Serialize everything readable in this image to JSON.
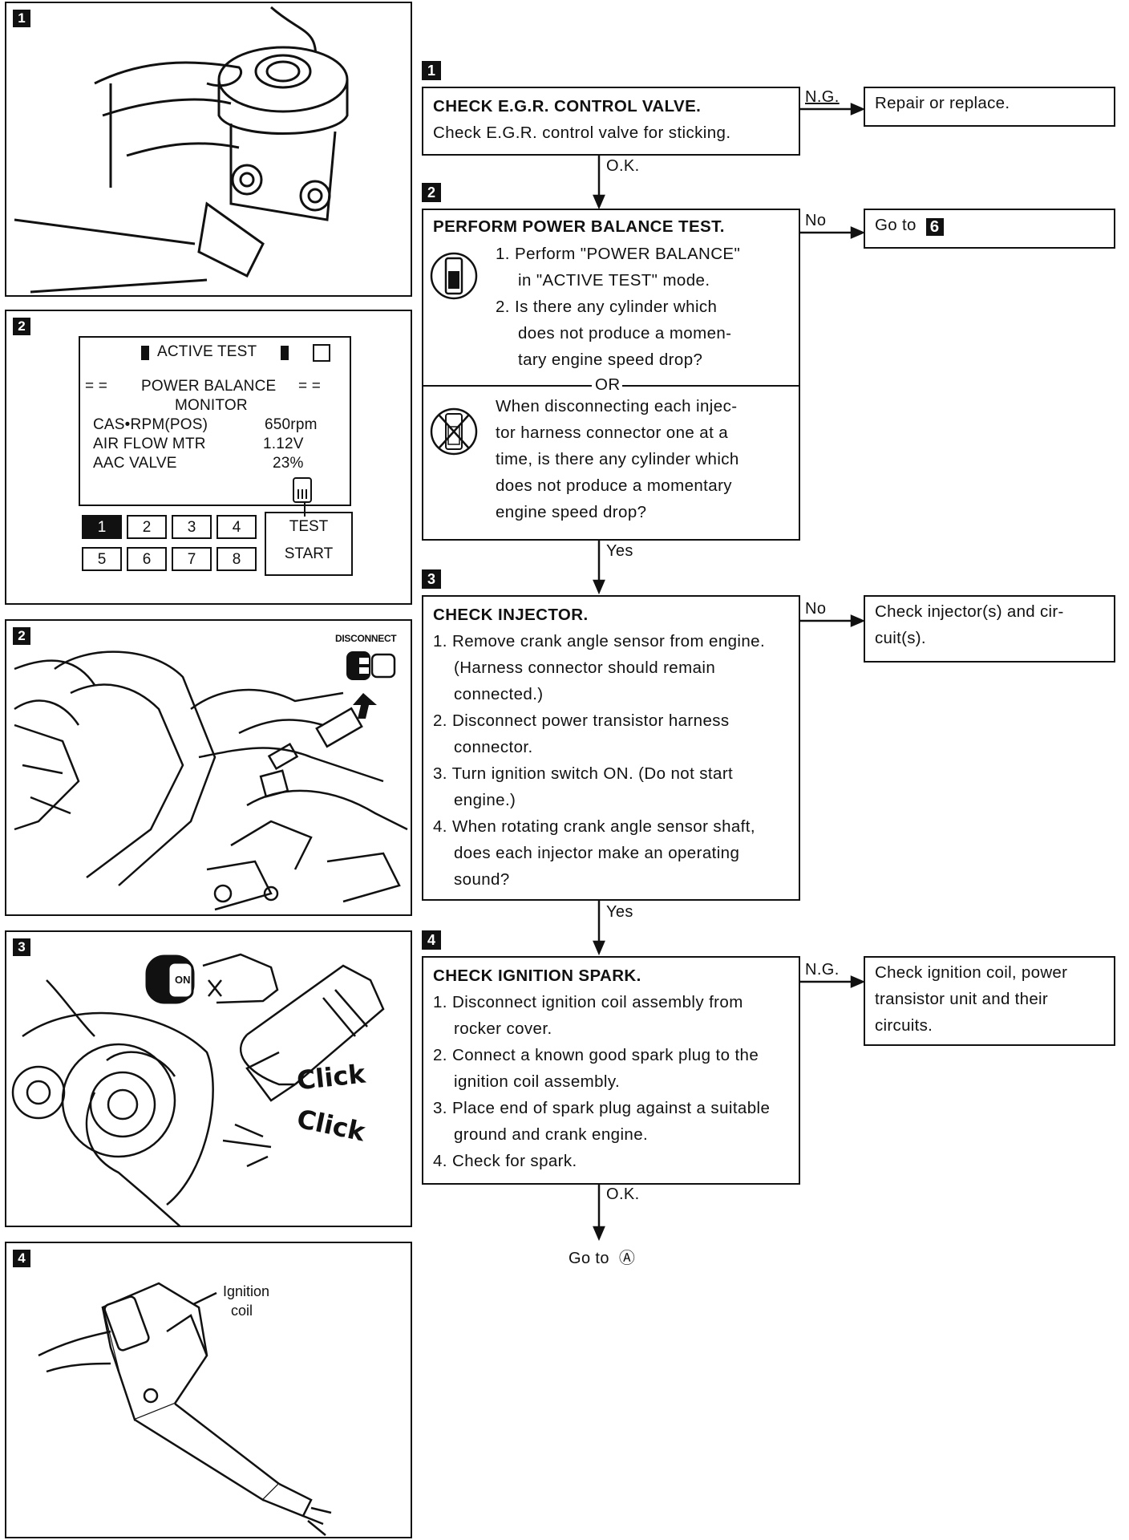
{
  "left_panels": {
    "p1": {
      "badge": "1"
    },
    "p2": {
      "badge": "2",
      "screen": {
        "title": "ACTIVE TEST",
        "header_line1": "POWER BALANCE",
        "header_line2": "MONITOR",
        "rows": [
          {
            "label": "CAS•RPM(POS)",
            "value": "650rpm"
          },
          {
            "label": "AIR FLOW MTR",
            "value": "1.12V"
          },
          {
            "label": "AAC VALVE",
            "value": "23%"
          }
        ],
        "keys": [
          "1",
          "2",
          "3",
          "4",
          "5",
          "6",
          "7",
          "8"
        ],
        "selected_key": "1",
        "test_label": "TEST",
        "start_label": "START"
      }
    },
    "p3": {
      "badge": "2",
      "disconnect_label": "DISCONNECT"
    },
    "p4": {
      "badge": "3",
      "on_label": "ON",
      "click1": "Click",
      "click2": "Click"
    },
    "p5": {
      "badge": "4",
      "coil_label_1": "Ignition",
      "coil_label_2": "coil"
    }
  },
  "flow": {
    "step1": {
      "badge": "1",
      "title": "CHECK E.G.R. CONTROL VALVE.",
      "text": "Check E.G.R. control valve for sticking.",
      "ng_label": "N.G.",
      "ng_result": "Repair or replace.",
      "ok_label": "O.K."
    },
    "step2": {
      "badge": "2",
      "title": "PERFORM POWER BALANCE TEST.",
      "consult": [
        "1. Perform \"POWER BALANCE\"",
        "in \"ACTIVE TEST\" mode.",
        "2. Is there any cylinder which",
        "does not produce a momen-",
        "tary engine speed drop?"
      ],
      "or_label": "OR",
      "no_consult": [
        "When disconnecting each injec-",
        "tor harness connector one at a",
        "time, is there any cylinder which",
        "does not produce a momentary",
        "engine speed drop?"
      ],
      "no_label": "No",
      "no_result": "Go to",
      "no_result_badge": "6",
      "yes_label": "Yes"
    },
    "step3": {
      "badge": "3",
      "title": "CHECK INJECTOR.",
      "steps": [
        "1. Remove crank angle sensor from engine. (Harness connector should remain connected.)",
        "2. Disconnect power transistor harness connector.",
        "3. Turn ignition switch ON. (Do not start engine.)",
        "4. When rotating crank angle sensor shaft, does each injector make an operating sound?"
      ],
      "no_label": "No",
      "no_result": "Check injector(s) and cir- cuit(s).",
      "yes_label": "Yes"
    },
    "step4": {
      "badge": "4",
      "title": "CHECK IGNITION SPARK.",
      "steps": [
        "1. Disconnect ignition coil assembly from rocker cover.",
        "2. Connect a known good spark plug to the ignition coil assembly.",
        "3. Place end of spark plug against a suitable ground and crank engine.",
        "4. Check for spark."
      ],
      "ng_label": "N.G.",
      "ng_result": "Check ignition coil, power transistor unit and their circuits.",
      "ok_label": "O.K.",
      "final": "Go to",
      "final_symbol": "Ⓐ"
    }
  }
}
